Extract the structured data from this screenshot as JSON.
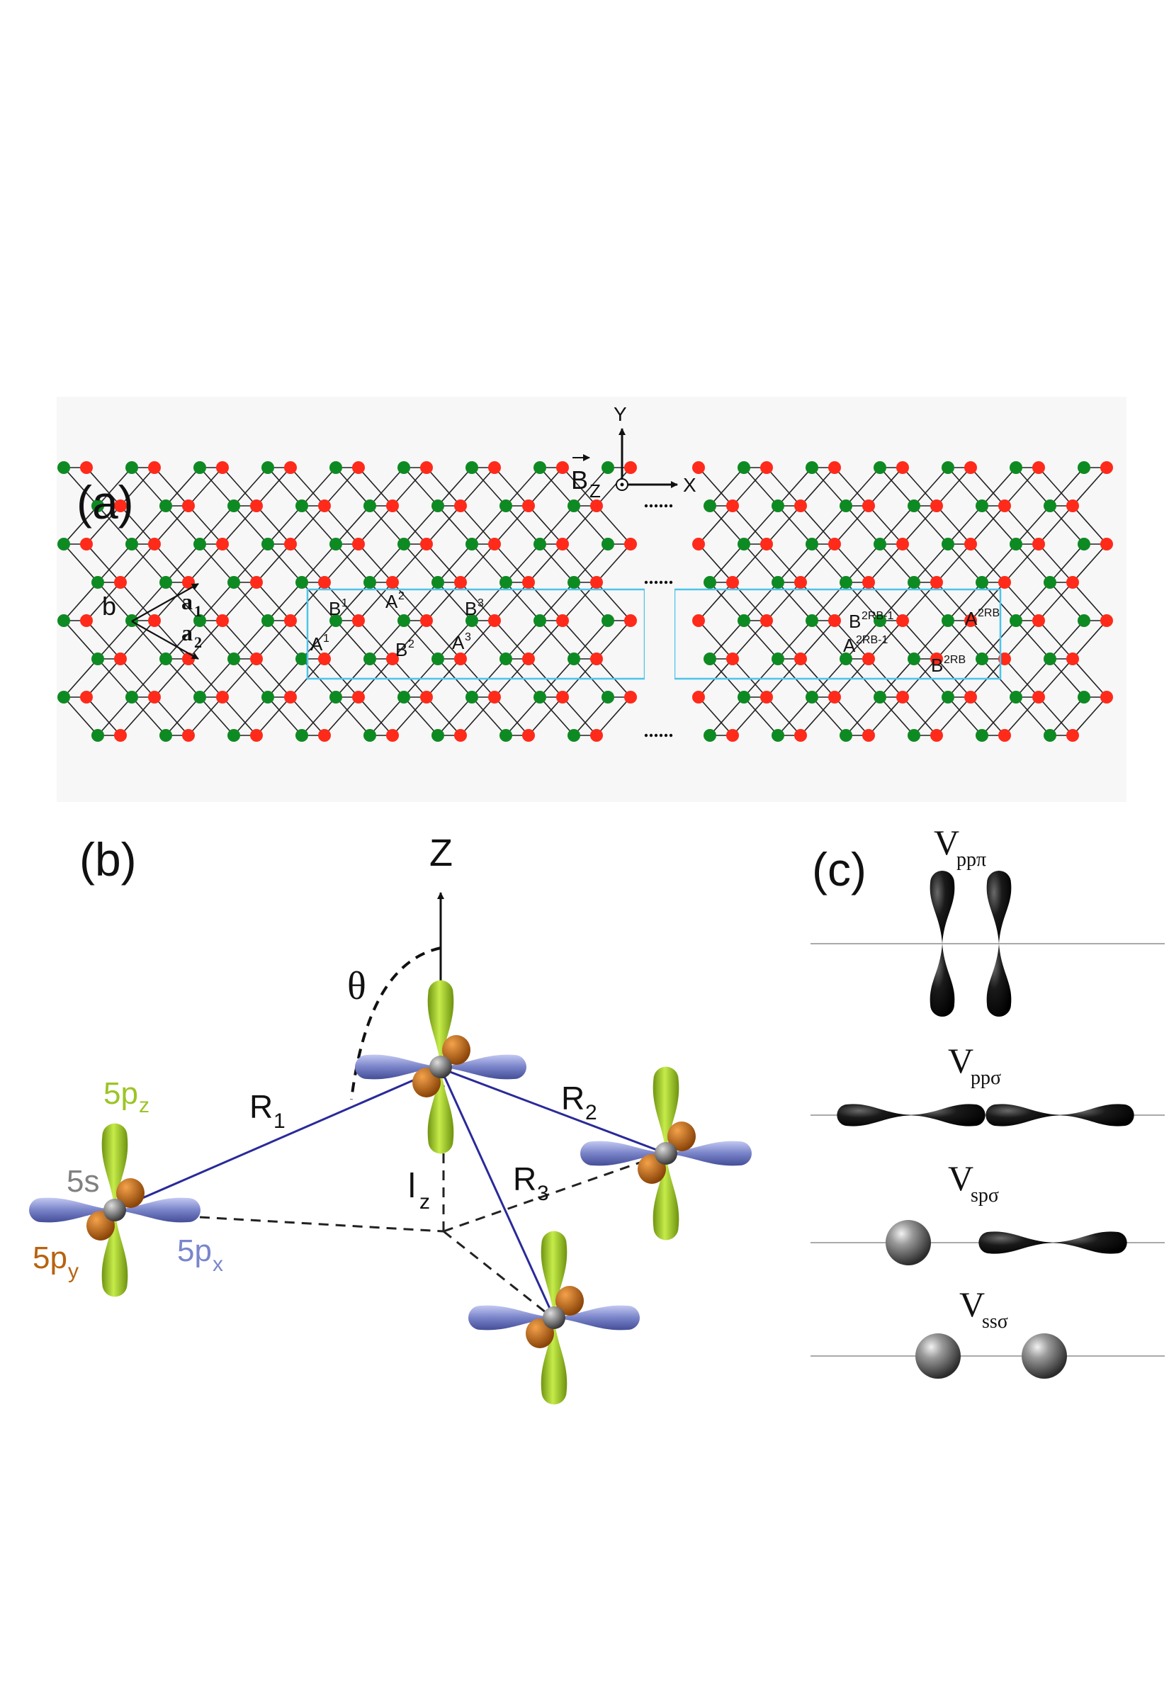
{
  "panel_a": {
    "label": "(a)",
    "axis_y": "Y",
    "axis_x": "X",
    "field_label": "B",
    "field_sub": "Z",
    "bond_label": "b",
    "vec1_base": "a",
    "vec1_sub": "1",
    "vec2_base": "a",
    "vec2_sub": "2",
    "sites": [
      {
        "base": "B",
        "sup": "1"
      },
      {
        "base": "A",
        "sup": "2"
      },
      {
        "base": "B",
        "sup": "3"
      },
      {
        "base": "A",
        "sup": "1"
      },
      {
        "base": "B",
        "sup": "2"
      },
      {
        "base": "A",
        "sup": "3"
      },
      {
        "base": "B",
        "sup": "2RB-1"
      },
      {
        "base": "A",
        "sup": "2RB"
      },
      {
        "base": "A",
        "sup": "2RB-1"
      },
      {
        "base": "B",
        "sup": "2RB"
      }
    ],
    "colors": {
      "atom_red": "#ff2a1a",
      "atom_green": "#0e8a22",
      "box": "#4fc3ea",
      "bond": "#222222"
    }
  },
  "panel_b": {
    "label": "(b)",
    "axis": "Z",
    "angle": "θ",
    "lz_base": "l",
    "lz_sub": "z",
    "r1_base": "R",
    "r1_sub": "1",
    "r2_base": "R",
    "r2_sub": "2",
    "r3_base": "R",
    "r3_sub": "3",
    "orb_s": "5s",
    "orb_pz_base": "5p",
    "orb_pz_sub": "z",
    "orb_py_base": "5p",
    "orb_py_sub": "y",
    "orb_px_base": "5p",
    "orb_px_sub": "x",
    "colors": {
      "pz": "#9dc426",
      "py": "#b8620f",
      "px": "#7a86cc",
      "s": "#808080",
      "bond": "#2a2a9a"
    }
  },
  "panel_c": {
    "label": "(c)",
    "terms": [
      {
        "base": "V",
        "sub": "ppπ"
      },
      {
        "base": "V",
        "sub": "ppσ"
      },
      {
        "base": "V",
        "sub": "spσ"
      },
      {
        "base": "V",
        "sub": "ssσ"
      }
    ]
  }
}
